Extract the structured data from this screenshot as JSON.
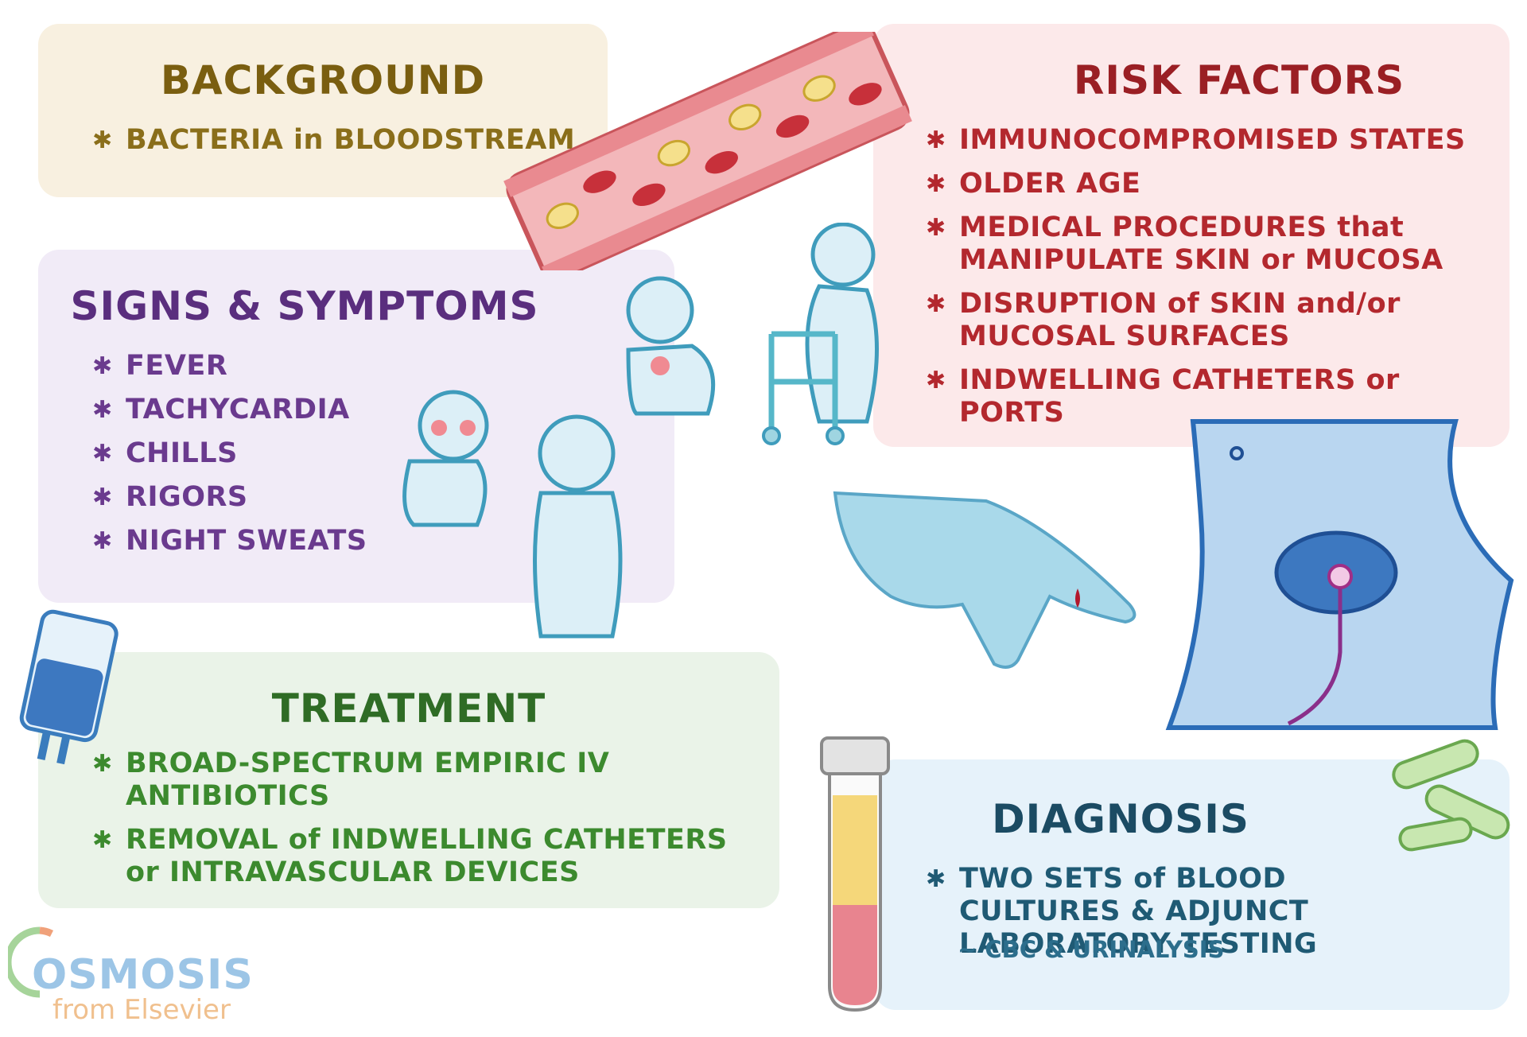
{
  "background": {
    "title": "BACKGROUND",
    "items": [
      "BACTERIA in BLOODSTREAM"
    ]
  },
  "signs": {
    "title": "SIGNS & SYMPTOMS",
    "items": [
      "FEVER",
      "TACHYCARDIA",
      "CHILLS",
      "RIGORS",
      "NIGHT SWEATS"
    ]
  },
  "treatment": {
    "title": "TREATMENT",
    "items": [
      "BROAD-SPECTRUM EMPIRIC IV ANTIBIOTICS",
      "REMOVAL of INDWELLING CATHETERS or INTRAVASCULAR DEVICES"
    ]
  },
  "risk": {
    "title": "RISK FACTORS",
    "items": [
      "IMMUNOCOMPROMISED STATES",
      "OLDER AGE",
      "MEDICAL PROCEDURES that MANIPULATE SKIN or MUCOSA",
      "DISRUPTION of SKIN and/or MUCOSAL SURFACES",
      "INDWELLING CATHETERS or PORTS"
    ]
  },
  "diagnosis": {
    "title": "DIAGNOSIS",
    "items": [
      "TWO SETS of BLOOD CULTURES & ADJUNCT LABORATORY TESTING"
    ],
    "sub": "~ CBC & URINALYSIS"
  },
  "bullet_symbol": "✱",
  "logo": {
    "word": "OSMOSIS",
    "sub": "from Elsevier"
  },
  "colors": {
    "background": "#8a6e1a",
    "signs": "#6a3a8e",
    "treatment": "#3c8a2e",
    "risk": "#b3282e",
    "diagnosis": "#1f5a74"
  }
}
